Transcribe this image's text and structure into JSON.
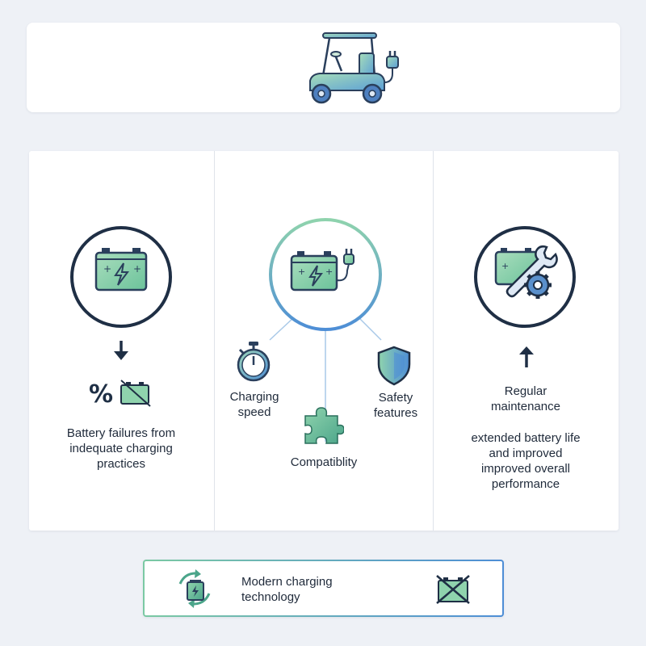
{
  "left_panel": {
    "text": "Battery failures from indequate charging practices",
    "icons": [
      "battery-icon",
      "arrow-down-icon",
      "percent-icon",
      "battery-crossed-icon"
    ]
  },
  "center_panel": {
    "charging_speed": "Charging speed",
    "compatibility": "Compatiblity",
    "safety_features": "Safety features",
    "icons": [
      "battery-plug-icon",
      "stopwatch-icon",
      "puzzle-icon",
      "shield-icon"
    ]
  },
  "right_panel": {
    "title": "Regular maintenance",
    "result": "extended battery life and improved improved overall performance",
    "icons": [
      "battery-tools-icon",
      "arrow-up-icon"
    ]
  },
  "bottom_banner": {
    "text": "Modern charging technology",
    "icons": [
      "recycle-battery-icon",
      "battery-crossed-icon"
    ]
  },
  "header": {
    "icons": [
      "golf-cart-icon",
      "plug-icon"
    ]
  },
  "colors": {
    "navy": "#1f2f45",
    "green": "#7ecb9f",
    "blue": "#4e8ed6",
    "background": "#eef1f6"
  }
}
